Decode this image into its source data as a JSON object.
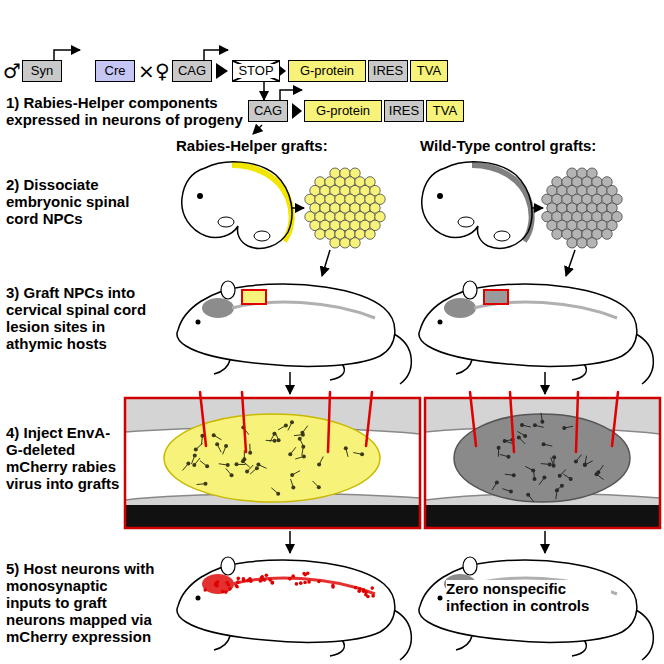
{
  "diagram": {
    "nodes": [
      {
        "text": [
          "Syn"
        ]
      },
      {
        "text": [
          "Cre"
        ]
      },
      {
        "text": [
          "CAG"
        ]
      },
      {
        "text": [
          "STOP"
        ]
      },
      {
        "text": [
          "G-protein"
        ]
      },
      {
        "text": [
          "IRES"
        ]
      },
      {
        "text": [
          "TVA"
        ]
      },
      {
        "text": [
          "CAG"
        ]
      },
      {
        "text": [
          "G-protein"
        ]
      },
      {
        "text": [
          "IRES"
        ]
      },
      {
        "text": [
          "TVA"
        ]
      }
    ],
    "edges": [
      {
        "from": 3,
        "to": 7,
        "arrow": "to"
      }
    ],
    "labels": [
      "♂",
      "×",
      "♀",
      "1) Rabies-Helper components expressed in neurons of progeny",
      "Rabies-Helper grafts:",
      "Wild-Type control grafts:",
      "2) Dissociate embryonic spinal cord NPCs",
      "3) Graft NPCs into cervical spinal cord lesion sites in athymic hosts",
      "4) Inject EnvA-G-deleted mCherry rabies virus into grafts",
      "5) Host neurons with monosynaptic inputs to graft neurons mapped via mCherry expression",
      "Zero nonspecific infection in controls"
    ]
  }
}
